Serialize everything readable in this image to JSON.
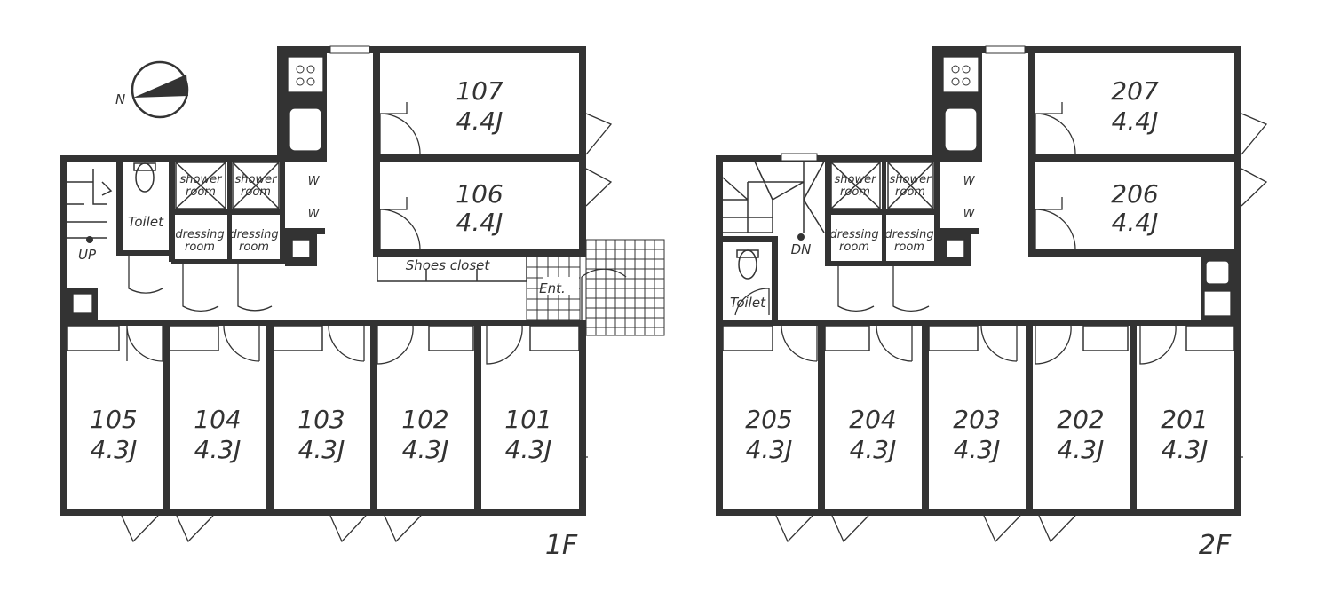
{
  "floor_1": {
    "label": "1F",
    "rooms_top": [
      {
        "num": "107",
        "size": "4.4J"
      },
      {
        "num": "106",
        "size": "4.4J"
      }
    ],
    "rooms_bottom": [
      {
        "num": "105",
        "size": "4.3J"
      },
      {
        "num": "104",
        "size": "4.3J"
      },
      {
        "num": "103",
        "size": "4.3J"
      },
      {
        "num": "102",
        "size": "4.3J"
      },
      {
        "num": "101",
        "size": "4.3J"
      }
    ],
    "toilet": "Toilet",
    "shower": [
      "shower",
      "room"
    ],
    "dressing": [
      "dressing",
      "room"
    ],
    "washer": "W",
    "stairs": "UP",
    "shoes_closet": "Shoes closet",
    "entrance": "Ent."
  },
  "floor_2": {
    "label": "2F",
    "rooms_top": [
      {
        "num": "207",
        "size": "4.4J"
      },
      {
        "num": "206",
        "size": "4.4J"
      }
    ],
    "rooms_bottom": [
      {
        "num": "205",
        "size": "4.3J"
      },
      {
        "num": "204",
        "size": "4.3J"
      },
      {
        "num": "203",
        "size": "4.3J"
      },
      {
        "num": "202",
        "size": "4.3J"
      },
      {
        "num": "201",
        "size": "4.3J"
      }
    ],
    "toilet": "Toilet",
    "shower": [
      "shower",
      "room"
    ],
    "dressing": [
      "dressing",
      "room"
    ],
    "washer": "W",
    "stairs": "DN"
  },
  "compass": {
    "letter": "N"
  },
  "colors": {
    "wall": "#333333",
    "background": "#ffffff"
  }
}
